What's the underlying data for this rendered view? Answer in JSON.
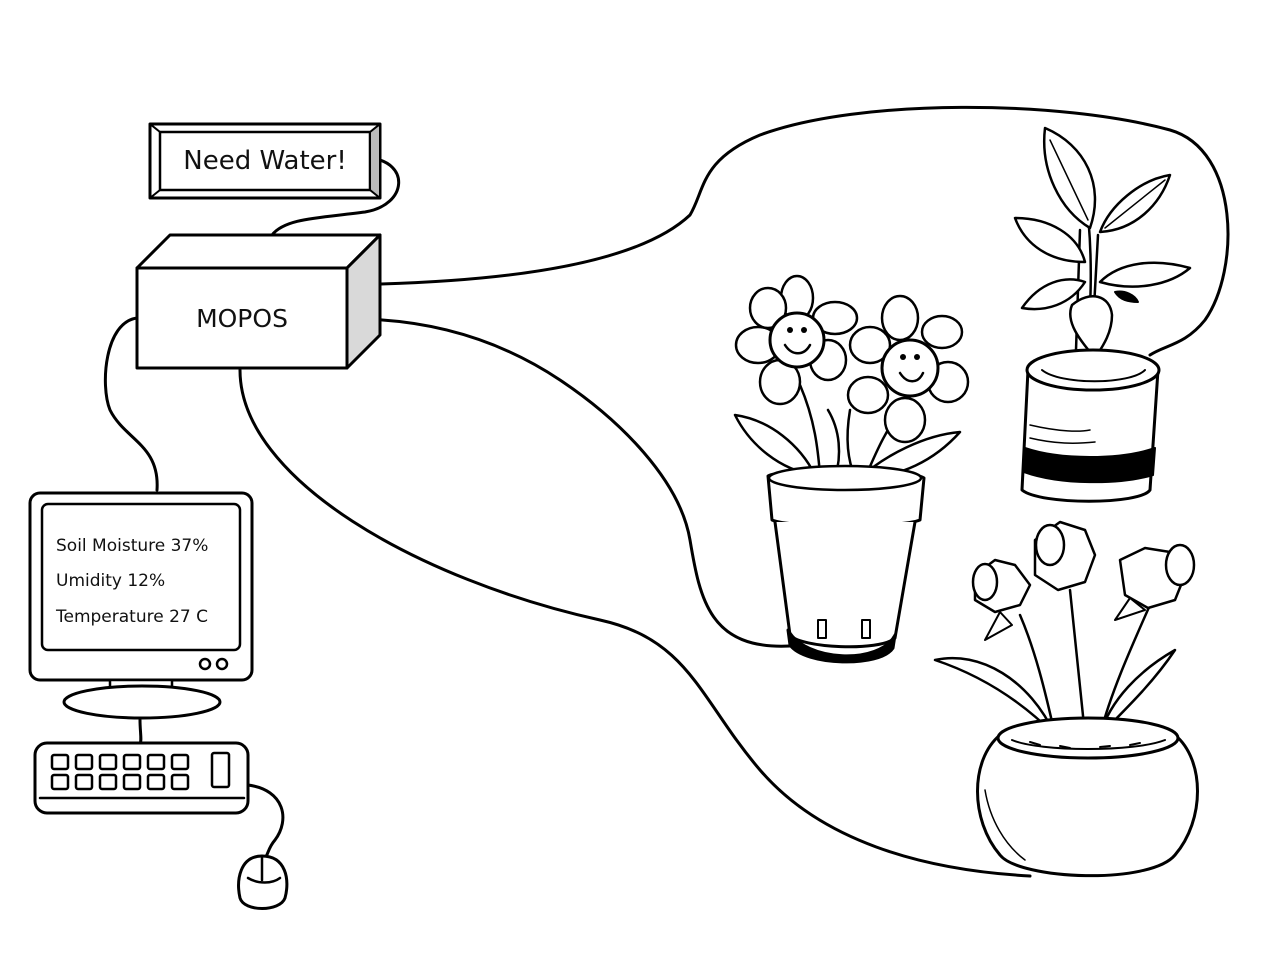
{
  "alert_box": {
    "text": "Need Water!"
  },
  "controller": {
    "label": "MOPOS"
  },
  "monitor": {
    "lines": [
      "Soil Moisture 37%",
      "Umidity 12%",
      "Temperature 27 C"
    ]
  },
  "plants": [
    {
      "name": "smiling-flowers-pot-icon"
    },
    {
      "name": "sapling-pot-icon"
    },
    {
      "name": "daffodils-pot-icon"
    }
  ],
  "colors": {
    "line": "#000000",
    "background": "#ffffff",
    "shade": "#d9d9d9"
  }
}
